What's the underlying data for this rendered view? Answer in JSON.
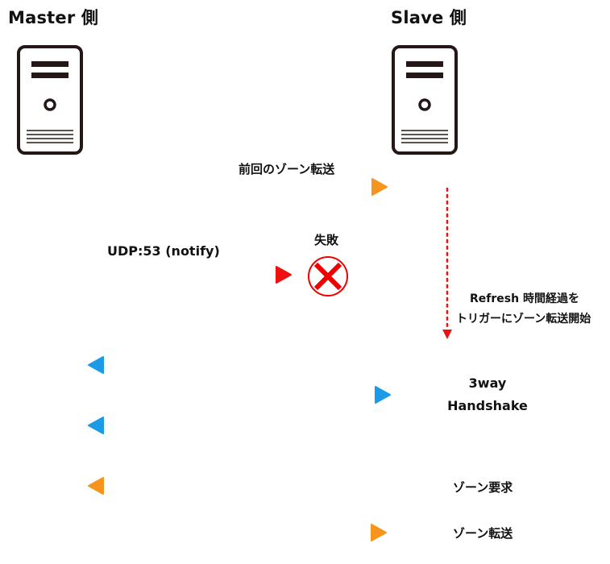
{
  "diagram": {
    "master": {
      "title": "Master 側",
      "icon": "server-icon"
    },
    "slave": {
      "title": "Slave 側",
      "icon": "server-icon"
    },
    "colors": {
      "orange": "#f7941d",
      "red": "#ee1111",
      "blue": "#1a9be8",
      "lifeline": "#111111",
      "failure": "#ee0000"
    },
    "messages": [
      {
        "id": "previous-transfer",
        "label": "前回のゾーン転送",
        "from": "master",
        "to": "slave",
        "color": "orange"
      },
      {
        "id": "notify",
        "label": "UDP:53 (notify)",
        "from": "master",
        "to": "slave",
        "color": "red",
        "result": "失敗",
        "failed": true
      },
      {
        "id": "handshake-1",
        "label": "",
        "from": "slave",
        "to": "master",
        "color": "blue"
      },
      {
        "id": "handshake-2",
        "label": "",
        "from": "master",
        "to": "slave",
        "color": "blue"
      },
      {
        "id": "handshake-3",
        "label": "",
        "from": "slave",
        "to": "master",
        "color": "blue"
      },
      {
        "id": "zone-request",
        "label": "ゾーン要求",
        "from": "slave",
        "to": "master",
        "color": "orange"
      },
      {
        "id": "zone-transfer",
        "label": "ゾーン転送",
        "from": "master",
        "to": "slave",
        "color": "orange"
      }
    ],
    "refresh_note": {
      "line1": "Refresh 時間経過を",
      "line2": "トリガーにゾーン転送開始"
    },
    "handshake_note": {
      "line1": "3way",
      "line2": "Handshake"
    }
  }
}
